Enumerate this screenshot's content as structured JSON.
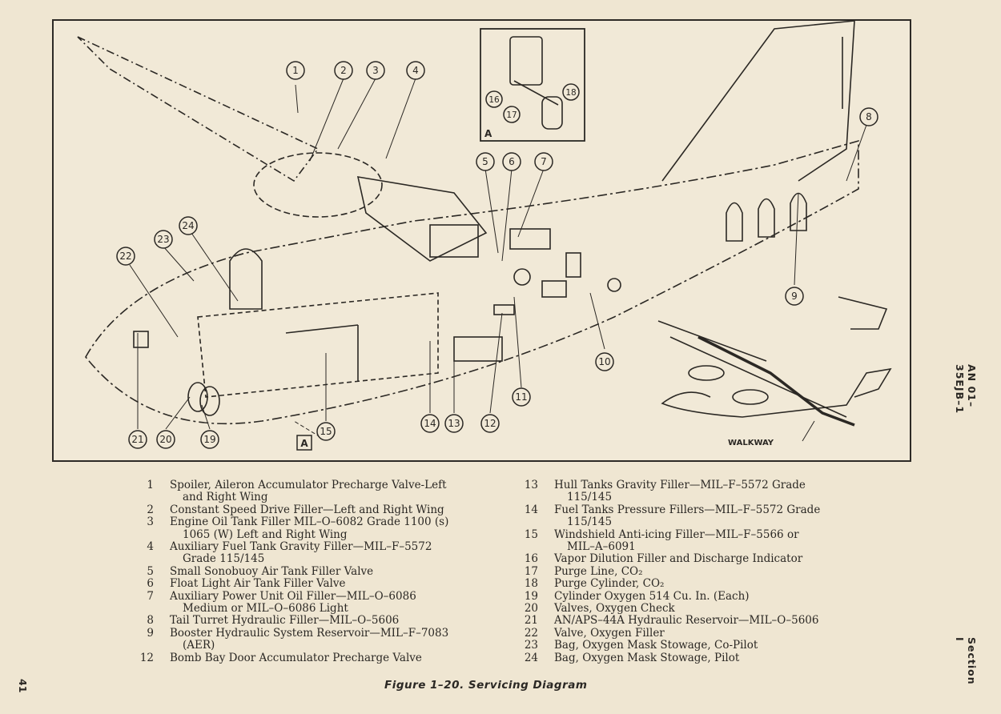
{
  "callouts": [
    "1",
    "2",
    "3",
    "4",
    "5",
    "6",
    "7",
    "8",
    "9",
    "10",
    "11",
    "12",
    "13",
    "14",
    "15",
    "16",
    "17",
    "18",
    "19",
    "20",
    "21",
    "22",
    "23",
    "24"
  ],
  "inset_label": "A",
  "inset_ref_label": "A",
  "walkway_label": "WALKWAY",
  "legend_left": [
    {
      "num": "1",
      "text": "Spoiler, Aileron Accumulator Precharge Valve-Left",
      "cont": "and Right Wing"
    },
    {
      "num": "2",
      "text": "Constant Speed Drive Filler—Left and Right Wing",
      "cont": ""
    },
    {
      "num": "3",
      "text": "Engine Oil Tank Filler MIL–O–6082 Grade 1100 (s)",
      "cont": "1065 (W) Left and Right Wing"
    },
    {
      "num": "4",
      "text": "Auxiliary Fuel Tank Gravity Filler—MIL–F–5572",
      "cont": "Grade 115/145"
    },
    {
      "num": "5",
      "text": "Small Sonobuoy Air Tank Filler Valve",
      "cont": ""
    },
    {
      "num": "6",
      "text": "Float Light Air Tank Filler Valve",
      "cont": ""
    },
    {
      "num": "7",
      "text": "Auxiliary Power Unit Oil Filler—MIL–O–6086",
      "cont": "Medium or MIL–O–6086 Light"
    },
    {
      "num": "8",
      "text": "Tail Turret Hydraulic Filler—MIL–O–5606",
      "cont": ""
    },
    {
      "num": "9",
      "text": "Booster Hydraulic System Reservoir—MIL–F–7083",
      "cont": "(AER)"
    },
    {
      "num": "12",
      "text": "Bomb Bay Door Accumulator Precharge Valve",
      "cont": ""
    }
  ],
  "legend_right": [
    {
      "num": "13",
      "text": "Hull Tanks Gravity Filler—MIL–F–5572 Grade",
      "cont": "115/145"
    },
    {
      "num": "14",
      "text": "Fuel Tanks Pressure Fillers—MIL–F–5572 Grade",
      "cont": "115/145"
    },
    {
      "num": "15",
      "text": "Windshield Anti-icing Filler—MIL–F–5566 or",
      "cont": "MIL–A–6091"
    },
    {
      "num": "16",
      "text": "Vapor Dilution Filler and Discharge Indicator",
      "cont": ""
    },
    {
      "num": "17",
      "text": "Purge Line, CO₂",
      "cont": ""
    },
    {
      "num": "18",
      "text": "Purge Cylinder, CO₂",
      "cont": ""
    },
    {
      "num": "19",
      "text": "Cylinder Oxygen 514 Cu. In. (Each)",
      "cont": ""
    },
    {
      "num": "20",
      "text": "Valves, Oxygen Check",
      "cont": ""
    },
    {
      "num": "21",
      "text": "AN/APS–44A Hydraulic Reservoir—MIL–O–5606",
      "cont": ""
    },
    {
      "num": "22",
      "text": "Valve, Oxygen Filler",
      "cont": ""
    },
    {
      "num": "23",
      "text": "Bag, Oxygen Mask Stowage, Co-Pilot",
      "cont": ""
    },
    {
      "num": "24",
      "text": "Bag, Oxygen Mask Stowage, Pilot",
      "cont": ""
    }
  ],
  "caption": "Figure 1–20.  Servicing Diagram",
  "side_doc": "AN 01–35EJB–1",
  "side_section": "Section I",
  "page_number": "41",
  "colors": {
    "paper": "#efe6d2",
    "ink": "#2b2824"
  }
}
